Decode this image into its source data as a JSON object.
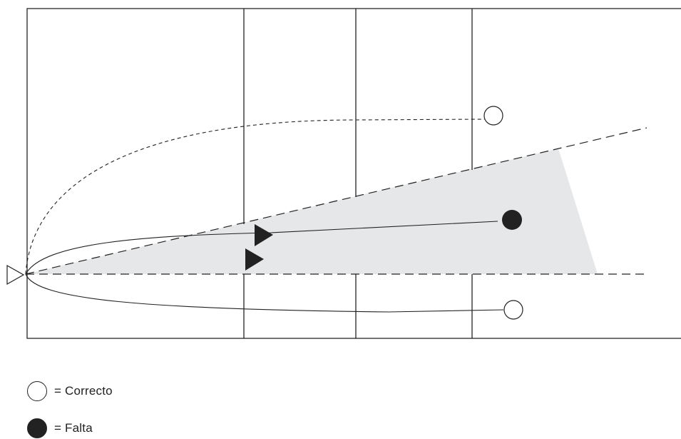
{
  "colors": {
    "line": "#222222",
    "shaded_zone": "#e6e7e8",
    "background": "#ffffff"
  },
  "legend": [
    {
      "symbol": "open-circle",
      "label": "= Correcto"
    },
    {
      "symbol": "filled-circle",
      "label": "= Falta"
    }
  ]
}
